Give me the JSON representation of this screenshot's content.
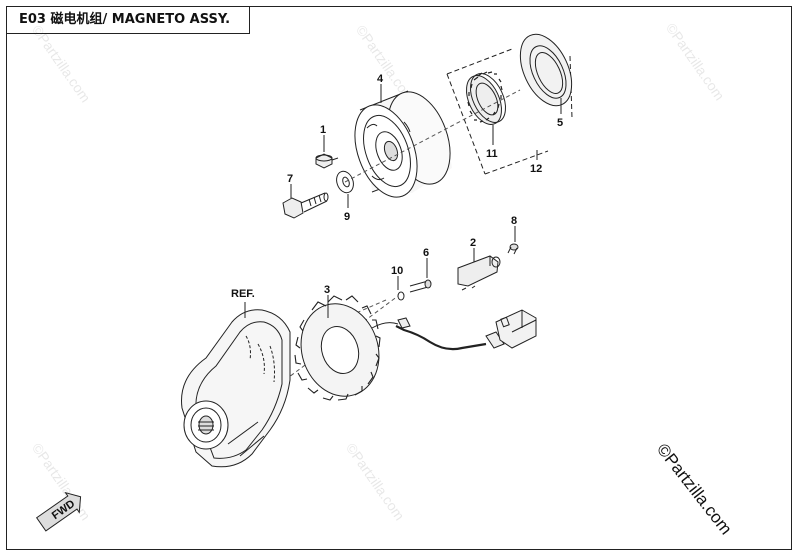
{
  "diagram": {
    "title": "E03 磁电机组/ MAGNETO ASSY.",
    "ref_label": "REF.",
    "fwd_label": "FWD",
    "callouts": [
      "1",
      "2",
      "3",
      "4",
      "5",
      "6",
      "7",
      "8",
      "9",
      "10",
      "11",
      "12"
    ],
    "watermark": "©Partzilla.com",
    "copyright": "©Partzilla.com"
  }
}
